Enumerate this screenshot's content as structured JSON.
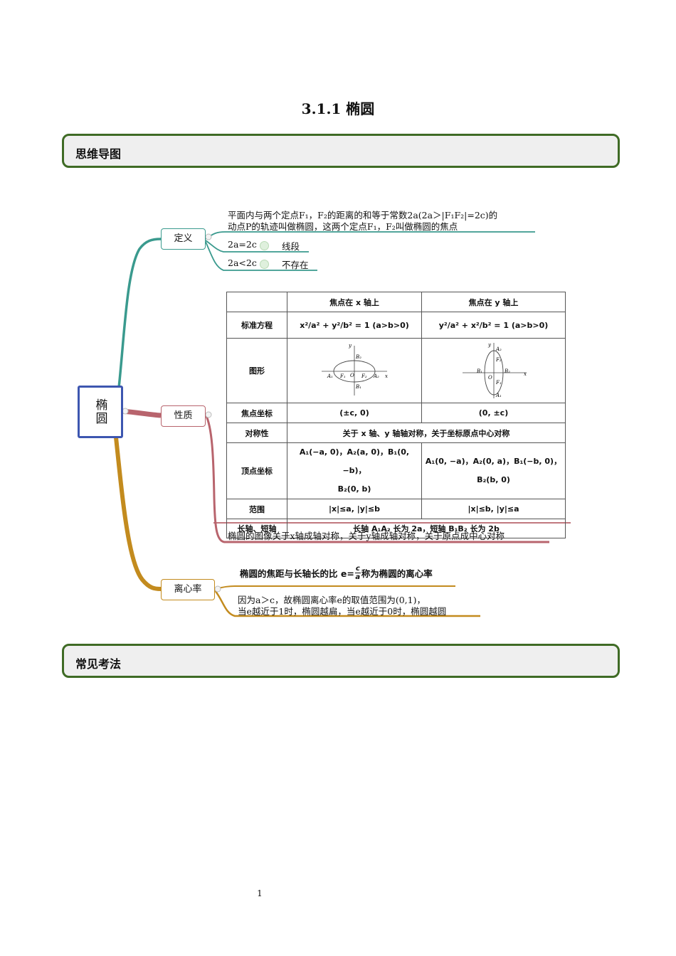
{
  "title": "3.1.1 椭圆",
  "sections": {
    "mind_map": "思维导图",
    "common_methods": "常见考法"
  },
  "mindmap": {
    "center": "椭圆",
    "definition": {
      "label": "定义",
      "text_line1": "平面内与两个定点F₁，F₂的距离的和等于常数2a(2a＞|F₁F₂|=2c)的",
      "text_line2": "动点P的轨迹叫做椭圆，这两个定点F₁，F₂叫做椭圆的焦点",
      "case1_cond": "2a=2c",
      "case1_result": "线段",
      "case2_cond": "2a<2c",
      "case2_result": "不存在"
    },
    "properties": {
      "label": "性质",
      "table": {
        "headers": [
          "",
          "焦点在 x 轴上",
          "焦点在 y 轴上"
        ],
        "rows": [
          {
            "label": "标准方程",
            "x": "x²/a² + y²/b² = 1 (a>b>0)",
            "y": "y²/a² + x²/b² = 1 (a>b>0)"
          },
          {
            "label": "图形"
          },
          {
            "label": "焦点坐标",
            "x": "(±c, 0)",
            "y": "(0, ±c)"
          },
          {
            "label": "对称性",
            "merged": "关于 x 轴、y 轴轴对称，关于坐标原点中心对称"
          },
          {
            "label": "顶点坐标",
            "x1": "A₁(−a, 0)，A₂(a, 0)，B₁(0, −b)，",
            "x2": "B₂(0, b)",
            "y1": "A₁(0, −a)，A₂(0, a)，B₁(−b, 0)，",
            "y2": "B₂(b, 0)"
          },
          {
            "label": "范围",
            "x": "|x|≤a, |y|≤b",
            "y": "|x|≤b, |y|≤a"
          },
          {
            "label": "长轴、短轴",
            "merged": "长轴 A₁A₂ 长为 2a，短轴 B₁B₂ 长为 2b"
          }
        ],
        "figure_labels": {
          "x": "x",
          "y": "y",
          "O": "O",
          "A1": "A₁",
          "A2": "A₂",
          "B1": "B₁",
          "B2": "B₂",
          "F1": "F₁",
          "F2": "F₂"
        }
      },
      "symmetry_note": "椭圆的图像关于x轴成轴对称，关于y轴成轴对称，关于原点成中心对称"
    },
    "eccentricity": {
      "label": "离心率",
      "formula_prefix": "椭圆的焦距与长轴长的比 e=",
      "formula_num": "c",
      "formula_den": "a",
      "formula_suffix": "称为椭圆的离心率",
      "note_line1": "因为a＞c，故椭圆离心率e的取值范围为(0,1)，",
      "note_line2": "当e越近于1时，椭圆越扁，当e越近于0时，椭圆越圆"
    }
  },
  "colors": {
    "definition_branch": "#3a9a8e",
    "properties_branch": "#b8646d",
    "eccentricity_branch": "#c38b1e",
    "center_border": "#3d56b0",
    "section_border": "#3f6b25"
  },
  "page_number": "1"
}
